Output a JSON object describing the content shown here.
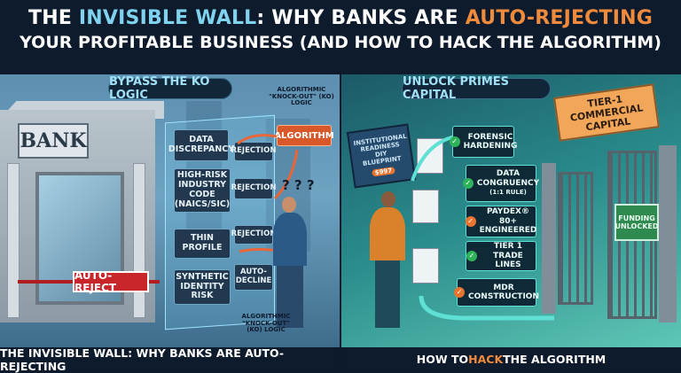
{
  "title": {
    "line1_a": "THE ",
    "line1_b": "INVISIBLE WALL",
    "line1_c": ": WHY BANKS ARE ",
    "line1_d": "AUTO-REJECTING",
    "line2": "YOUR PROFITABLE BUSINESS (AND HOW TO HACK THE ALGORITHM)"
  },
  "left": {
    "header": "BYPASS THE KO LOGIC",
    "bank_sign": "BANK",
    "auto_reject": "AUTO-REJECT",
    "algorithm": "ALGORITHM",
    "ko_label_top": "ALGORITHMIC \"KNOCK-OUT\" (KO) LOGIC",
    "ko_label_bottom": "ALGORITHMIC \"KNOCK-OUT\" (KO) LOGIC",
    "factors": [
      {
        "label": "DATA DISCREPANCY",
        "result": "REJECTION"
      },
      {
        "label": "HIGH-RISK INDUSTRY CODE (NAICS/SIC)",
        "result": "REJECTION"
      },
      {
        "label": "THIN PROFILE",
        "result": "REJECTION"
      },
      {
        "label": "SYNTHETIC IDENTITY RISK",
        "result": "AUTO-DECLINE"
      }
    ],
    "question_marks": "? ? ?"
  },
  "right": {
    "header": "UNLOCK PRIMES CAPITAL",
    "book": {
      "title": "INSTITUTIONAL READINESS DIY BLUEPRINT",
      "price": "$997"
    },
    "steps": [
      {
        "label": "FORENSIC HARDENING",
        "check_color": "#2fb35a"
      },
      {
        "label": "DATA CONGRUENCY",
        "sub": "(1:1 RULE)",
        "check_color": "#2fb35a"
      },
      {
        "label": "PAYDEX® 80+ ENGINEERED",
        "check_color": "#e8742f"
      },
      {
        "label": "TIER 1 TRADE LINES",
        "check_color": "#2fb35a"
      },
      {
        "label": "MDR CONSTRUCTION",
        "check_color": "#e8742f"
      }
    ],
    "gate_sign": "TIER-1 COMMERCIAL CAPITAL",
    "funding": "FUNDING UNLOCKED"
  },
  "footer": {
    "left": "THE INVISIBLE WALL: WHY BANKS ARE AUTO-REJECTING",
    "right_a": "HOW TO ",
    "right_b": "HACK",
    "right_c": " THE ALGORITHM"
  },
  "colors": {
    "accent_orange": "#f08a3c",
    "accent_blue": "#7fd3ee",
    "navy": "#0e1b2c",
    "teal": "#5fe0d4"
  }
}
